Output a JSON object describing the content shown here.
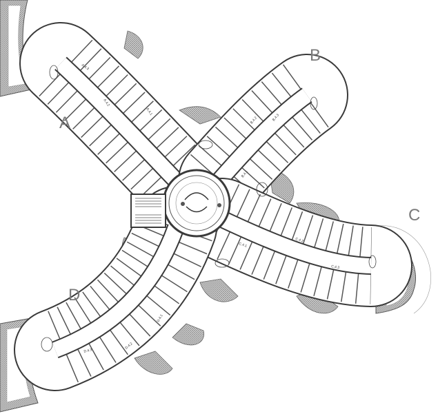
{
  "wings": [
    {
      "id": "A",
      "label": "A",
      "rooms": [
        "A.4.3",
        "A.4.2",
        "A.4.1"
      ]
    },
    {
      "id": "B",
      "label": "B",
      "rooms": [
        "B.4.1",
        "B.4.2",
        "B.4.3"
      ]
    },
    {
      "id": "C",
      "label": "C",
      "rooms": [
        "C.4.1",
        "C.4.2",
        "C.4.3"
      ]
    },
    {
      "id": "D",
      "label": "D",
      "rooms": [
        "D.4.1",
        "D.4.2",
        "D.4.3"
      ]
    }
  ],
  "colors": {
    "wall": "#3a3a3a",
    "label": "#7a7a7a",
    "terrace": "#9a9a9a"
  }
}
